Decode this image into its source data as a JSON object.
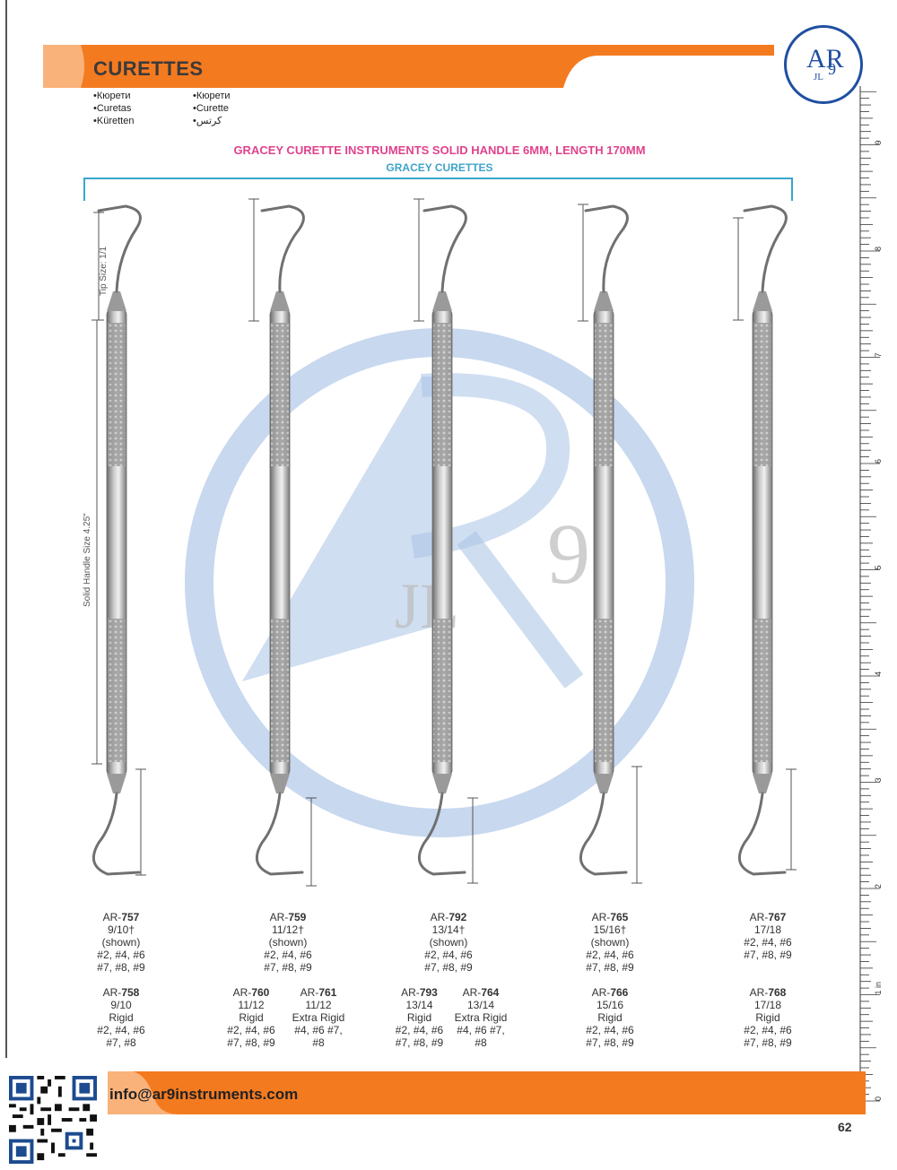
{
  "header": {
    "title": "CURETTES"
  },
  "languages": {
    "col1": [
      "Кюрети",
      "Curetas",
      "Küretten"
    ],
    "col2": [
      "Кюрети",
      "Curette",
      "كرتس"
    ]
  },
  "headings": {
    "main": "GRACEY CURETTE INSTRUMENTS SOLID HANDLE 6MM, LENGTH 170MM",
    "sub": "GRACEY CURETTES"
  },
  "dimensions": {
    "tip": "Tip Size: 1/1",
    "handle": "Solid Handle Size 4.25\""
  },
  "products_row1": [
    {
      "prefix": "AR-",
      "num": "757",
      "size": "9/10†",
      "note": "(shown)",
      "l1": "#2, #4, #6",
      "l2": "#7, #8, #9"
    },
    {
      "prefix": "AR-",
      "num": "759",
      "size": "11/12†",
      "note": "(shown)",
      "l1": "#2, #4, #6",
      "l2": "#7, #8, #9"
    },
    {
      "prefix": "AR-",
      "num": "792",
      "size": "13/14†",
      "note": "(shown)",
      "l1": "#2, #4, #6",
      "l2": "#7, #8, #9"
    },
    {
      "prefix": "AR-",
      "num": "765",
      "size": "15/16†",
      "note": "(shown)",
      "l1": "#2, #4, #6",
      "l2": "#7, #8, #9"
    },
    {
      "prefix": "AR-",
      "num": "767",
      "size": "17/18",
      "l1": "#2, #4, #6",
      "l2": "#7, #8, #9"
    }
  ],
  "products_row2": [
    {
      "prefix": "AR-",
      "num": "758",
      "size": "9/10",
      "type": "Rigid",
      "l1": "#2, #4, #6",
      "l2": "#7, #8"
    },
    {
      "prefix": "AR-",
      "num": "760",
      "size": "11/12",
      "type": "Rigid",
      "l1": "#2, #4, #6",
      "l2": "#7, #8, #9"
    },
    {
      "prefix": "AR-",
      "num": "761",
      "size": "11/12",
      "type": "Extra Rigid",
      "l1": "#4, #6 #7,",
      "l2": "#8"
    },
    {
      "prefix": "AR-",
      "num": "793",
      "size": "13/14",
      "type": "Rigid",
      "l1": "#2, #4, #6",
      "l2": "#7, #8, #9"
    },
    {
      "prefix": "AR-",
      "num": "764",
      "size": "13/14",
      "type": "Extra Rigid",
      "l1": "#4, #6 #7,",
      "l2": "#8"
    },
    {
      "prefix": "AR-",
      "num": "766",
      "size": "15/16",
      "type": "Rigid",
      "l1": "#2, #4, #6",
      "l2": "#7, #8, #9"
    },
    {
      "prefix": "AR-",
      "num": "768",
      "size": "17/18",
      "type": "Rigid",
      "l1": "#2, #4, #6",
      "l2": "#7, #8, #9"
    }
  ],
  "ruler": {
    "unit_label": "INCHES",
    "numbers": [
      "0",
      "1 in",
      "2",
      "3",
      "4",
      "5",
      "6",
      "7",
      "8",
      "9"
    ]
  },
  "logo": {
    "main": "AR",
    "num": "9",
    "small": "JL"
  },
  "footer": {
    "email": "info@ar9instruments.com",
    "page": "62"
  },
  "colors": {
    "accent": "#f47a20",
    "accent_light": "#f9b27a",
    "pink": "#e0438c",
    "blue": "#3fa3c8",
    "logo_blue": "#1f4fa0"
  }
}
